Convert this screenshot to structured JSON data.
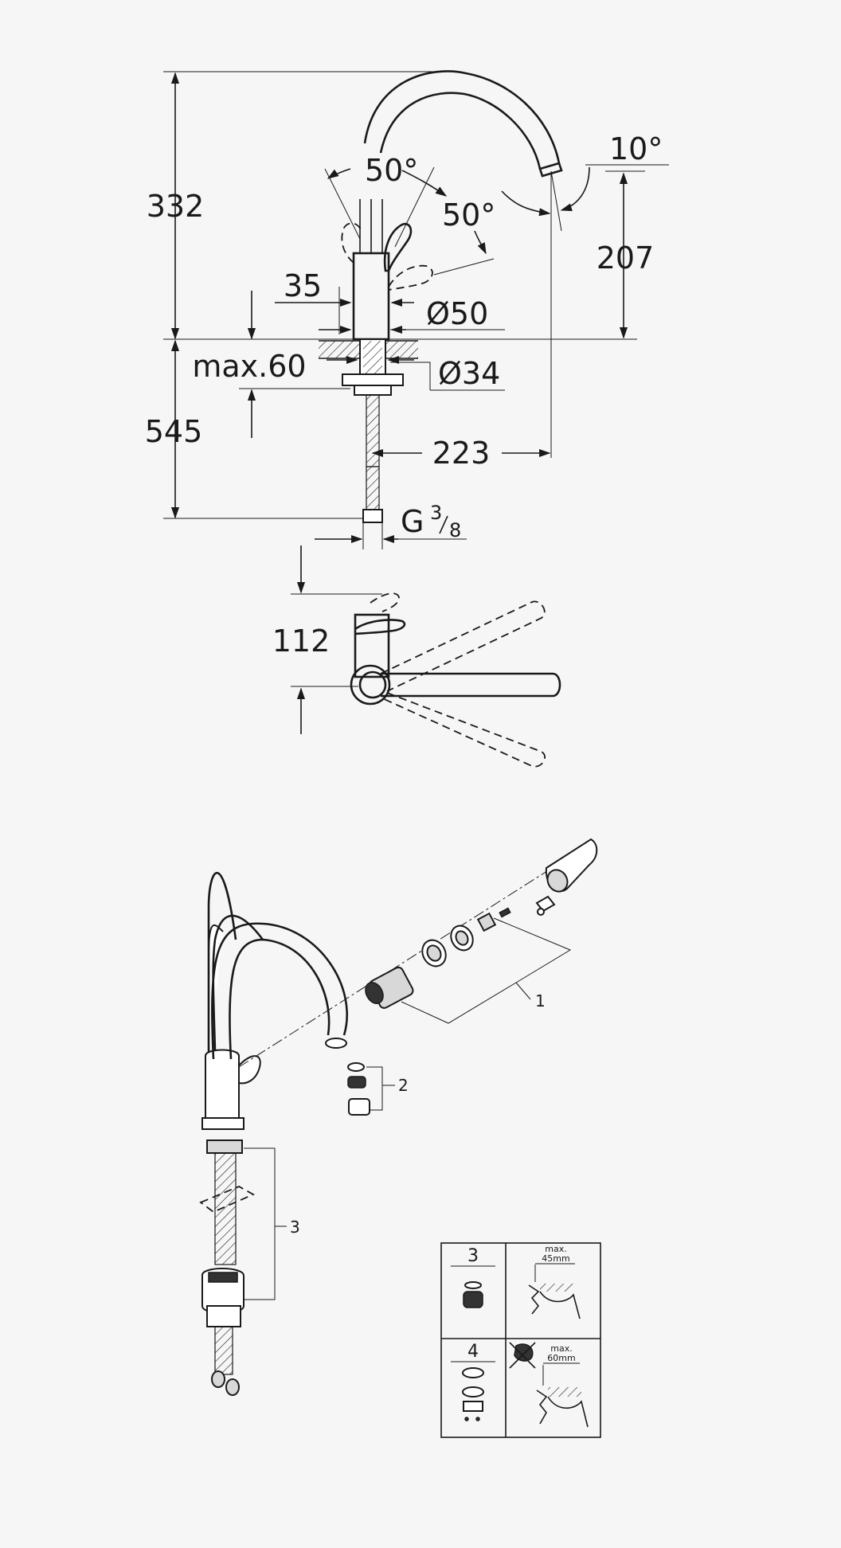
{
  "dimensions": {
    "height_total": "332",
    "angle_left": "50°",
    "angle_right": "50°",
    "angle_spout": "10°",
    "height_spout": "207",
    "width_35": "35",
    "diameter_50": "Ø50",
    "max_60": "max.60",
    "diameter_34": "Ø34",
    "height_545": "545",
    "reach_223": "223",
    "thread_g": "G",
    "thread_num": "3",
    "thread_den": "8",
    "top_view_112": "112"
  },
  "exploded": {
    "label_1": "1",
    "label_2": "2",
    "label_3": "3"
  },
  "install_table": {
    "cell_3": "3",
    "cell_4": "4",
    "max_45_a": "max.",
    "max_45_b": "45mm",
    "max_60_a": "max.",
    "max_60_b": "60mm"
  }
}
